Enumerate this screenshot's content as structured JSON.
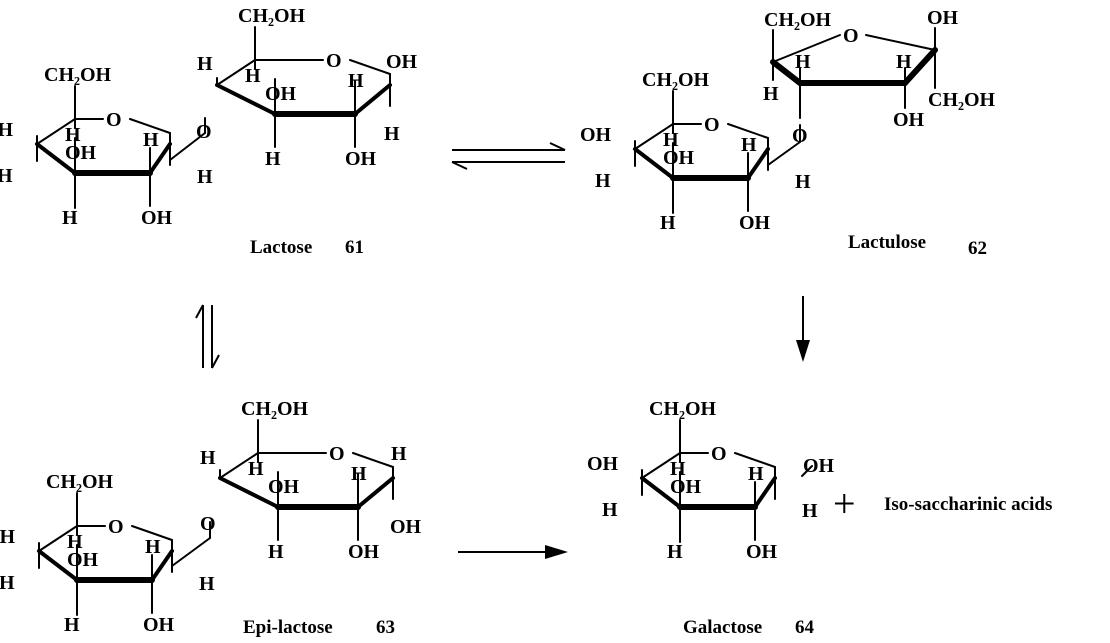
{
  "captions": {
    "lactose": "Lactose",
    "lactose_num": "61",
    "lactulose": "Lactulose",
    "lactulose_num": "62",
    "epilactose": "Epi-lactose",
    "epilactose_num": "63",
    "galactose": "Galactose",
    "galactose_num": "64",
    "iso": "Iso-saccharinic acids",
    "plus": "+"
  },
  "labels": {
    "ch2oh": "CH₂OH",
    "oh": "OH",
    "h": "H",
    "o": "O"
  }
}
